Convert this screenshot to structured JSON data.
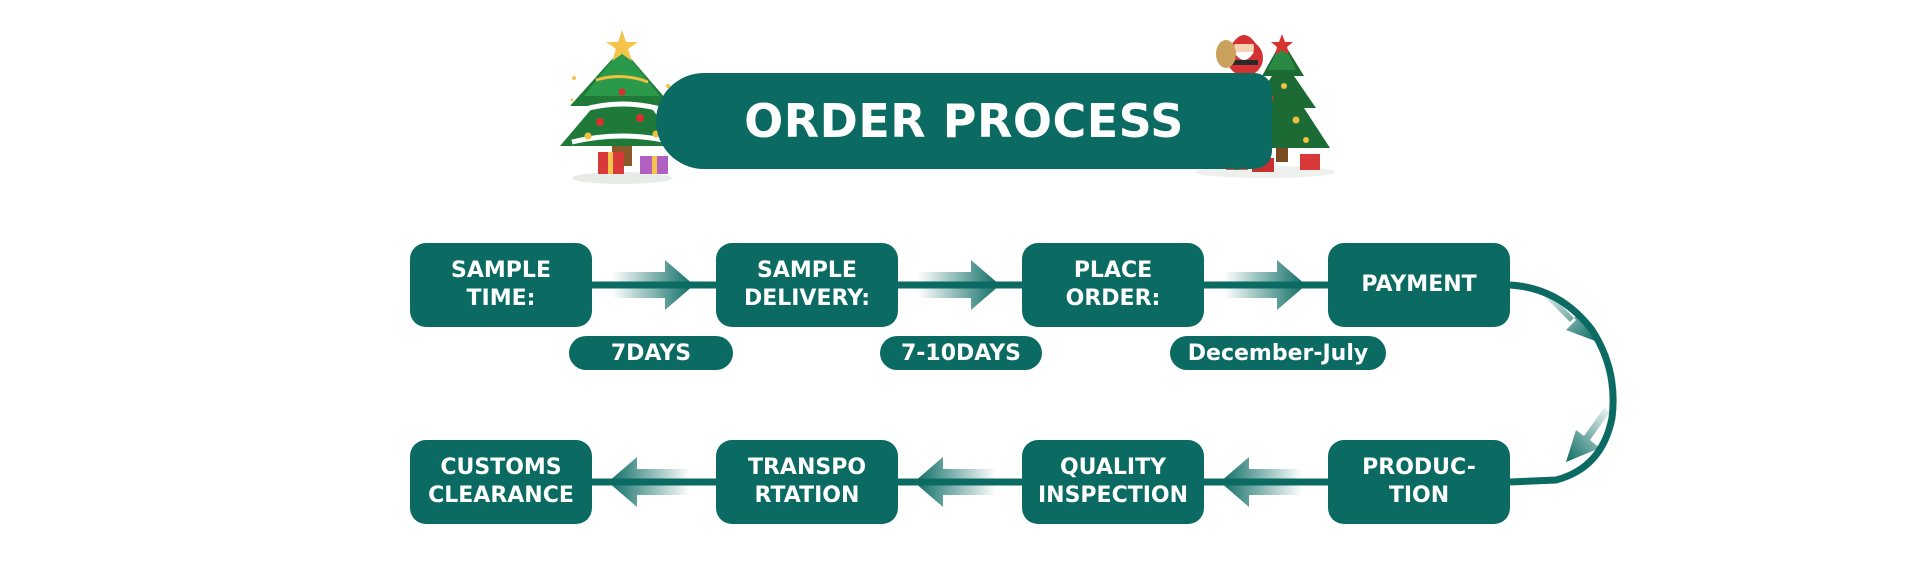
{
  "header": {
    "title": "ORDER PROCESS"
  },
  "process": {
    "row1": [
      {
        "label": "SAMPLE\nTIME:"
      },
      {
        "label": "SAMPLE\nDELIVERY:"
      },
      {
        "label": "PLACE\nORDER:"
      },
      {
        "label": "PAYMENT"
      }
    ],
    "durations": [
      {
        "label": "7DAYS"
      },
      {
        "label": "7-10DAYS"
      },
      {
        "label": "December-July"
      }
    ],
    "row2": [
      {
        "label": "CUSTOMS\nCLEARANCE"
      },
      {
        "label": "TRANSPO\nRTATION"
      },
      {
        "label": "QUALITY\nINSPECTION"
      },
      {
        "label": "PRODUC-\nTION"
      }
    ]
  },
  "colors": {
    "primary": "#0b6b63",
    "text": "#ffffff"
  },
  "decorations": {
    "left": "christmas-tree-icon",
    "right": "santa-tree-gifts-icon"
  }
}
